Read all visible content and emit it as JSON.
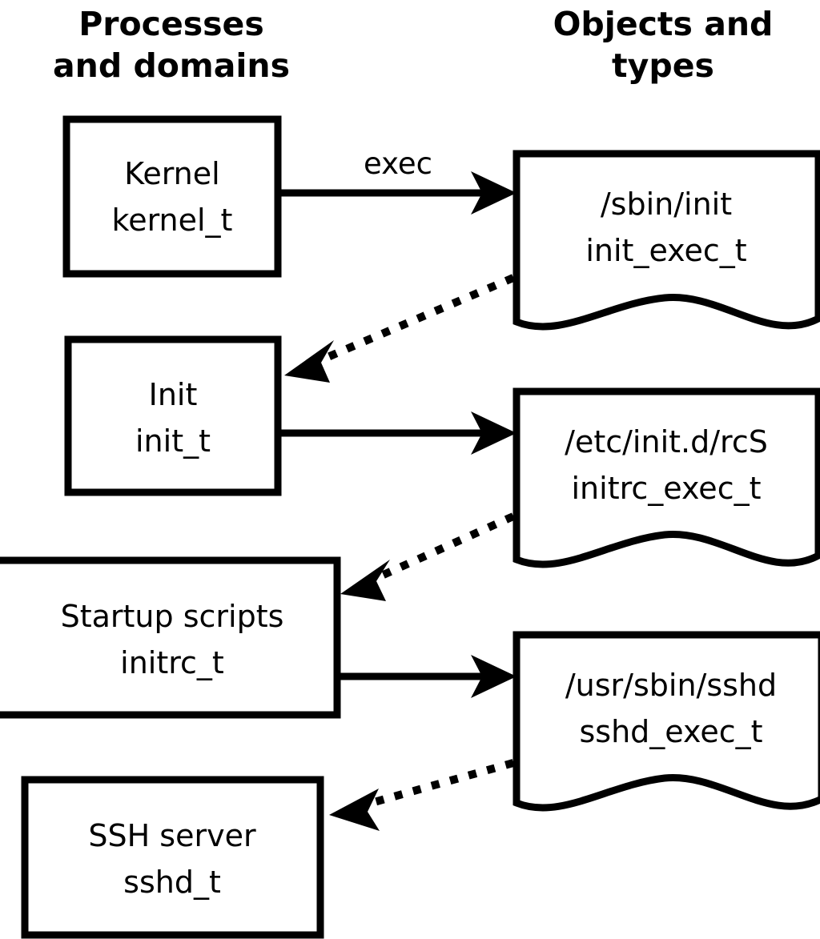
{
  "headers": {
    "left": {
      "line1": "Processes",
      "line2": "and domains"
    },
    "right": {
      "line1": "Objects and",
      "line2": "types"
    }
  },
  "process_nodes": [
    {
      "id": "kernel",
      "label": "Kernel",
      "type": "kernel_t"
    },
    {
      "id": "init",
      "label": "Init",
      "type": "init_t"
    },
    {
      "id": "startup-scripts",
      "label": "Startup scripts",
      "type": "initrc_t"
    },
    {
      "id": "ssh-server",
      "label": "SSH server",
      "type": "sshd_t"
    }
  ],
  "object_nodes": [
    {
      "id": "sbin-init",
      "path": "/sbin/init",
      "type": "init_exec_t"
    },
    {
      "id": "etc-initd-rcs",
      "path": "/etc/init.d/rcS",
      "type": "initrc_exec_t"
    },
    {
      "id": "usr-sbin-sshd",
      "path": "/usr/sbin/sshd",
      "type": "sshd_exec_t"
    }
  ],
  "edges": [
    {
      "id": "kernel-exec-init",
      "from": "kernel",
      "to": "sbin-init",
      "label": "exec",
      "style": "solid"
    },
    {
      "id": "initexec-transition-init",
      "from": "sbin-init",
      "to": "init",
      "label": "",
      "style": "dotted"
    },
    {
      "id": "init-exec-rcs",
      "from": "init",
      "to": "etc-initd-rcs",
      "label": "",
      "style": "solid"
    },
    {
      "id": "initrcexec-transition-initrc",
      "from": "etc-initd-rcs",
      "to": "startup-scripts",
      "label": "",
      "style": "dotted"
    },
    {
      "id": "initrc-exec-sshd",
      "from": "startup-scripts",
      "to": "usr-sbin-sshd",
      "label": "",
      "style": "solid"
    },
    {
      "id": "sshdexec-transition-sshd",
      "from": "usr-sbin-sshd",
      "to": "ssh-server",
      "label": "",
      "style": "dotted"
    }
  ],
  "colors": {
    "stroke": "#000000",
    "fill": "#ffffff",
    "background": "#ffffff"
  }
}
